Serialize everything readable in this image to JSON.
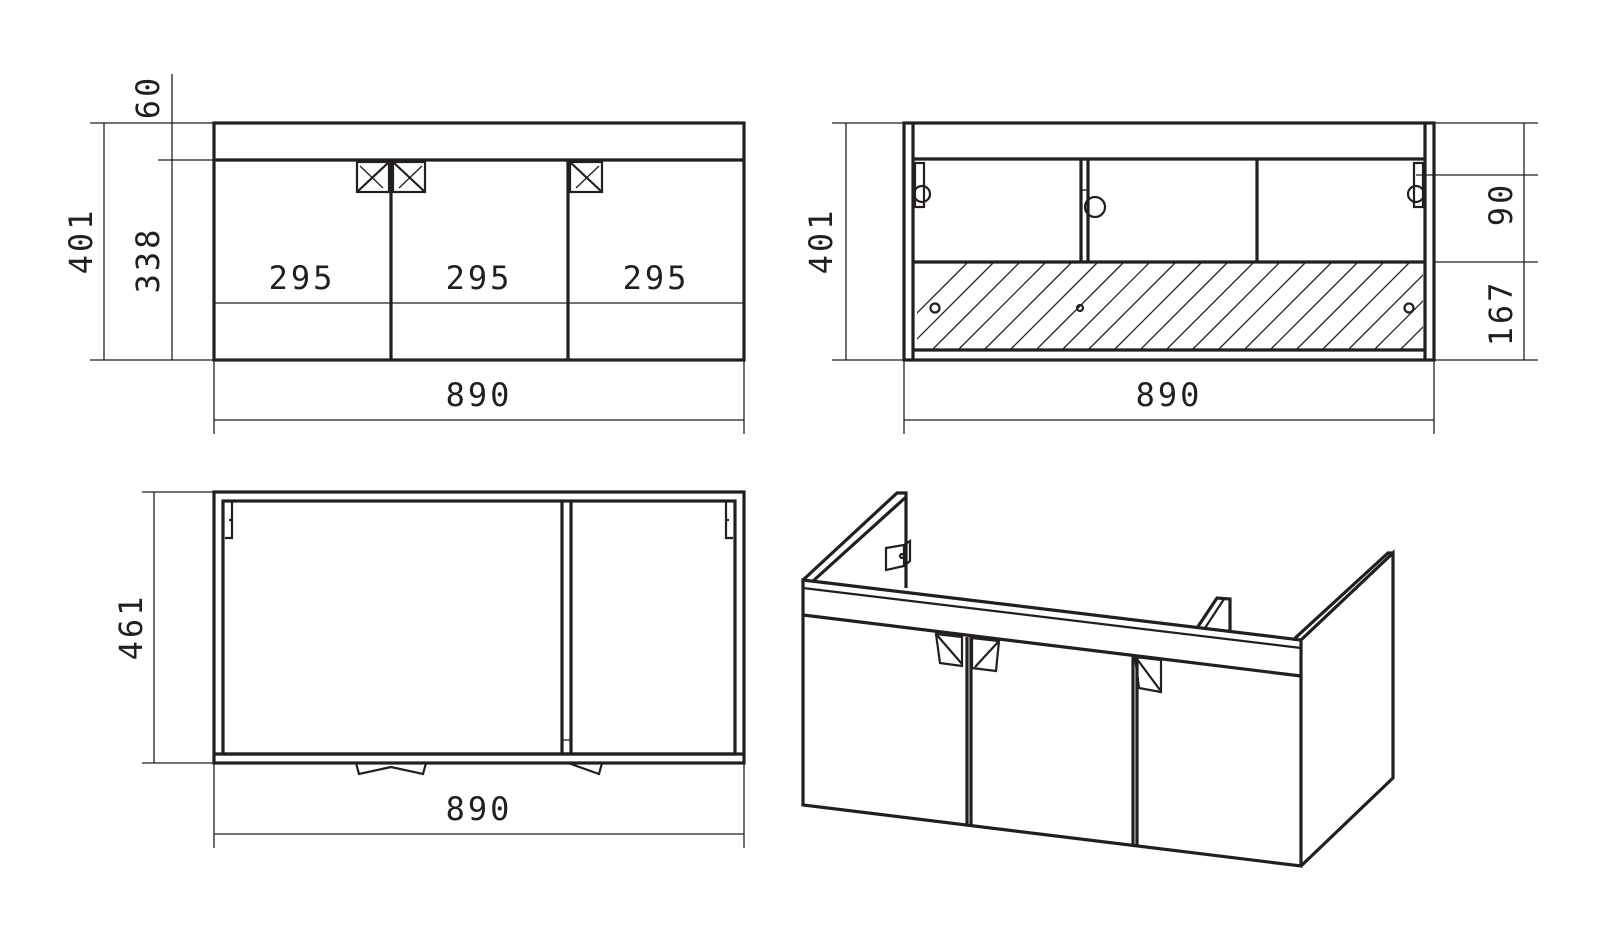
{
  "front_view": {
    "total_height": "401",
    "top_thickness": "60",
    "door_height": "338",
    "door_width_1": "295",
    "door_width_2": "295",
    "door_width_3": "295",
    "width": "890"
  },
  "back_view": {
    "total_height": "401",
    "upper_section": "90",
    "lower_section": "167",
    "width": "890"
  },
  "top_view": {
    "depth": "461",
    "width": "890"
  },
  "colors": {
    "line": "#231f20",
    "background": "#ffffff"
  }
}
